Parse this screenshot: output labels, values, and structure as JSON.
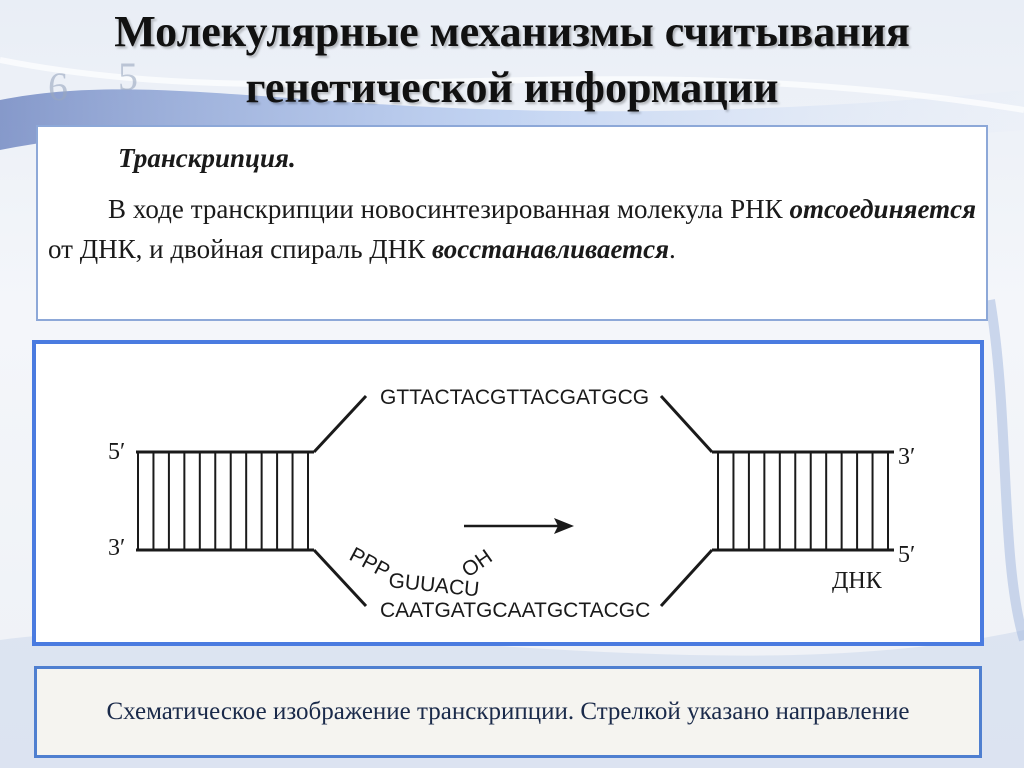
{
  "slide": {
    "title_line1": "Молекулярные механизмы считывания",
    "title_line2": "генетической информации"
  },
  "text_box": {
    "heading": "Транскрипция.",
    "para_part1": "В ходе транскрипции новосинтезированная молекула РНК ",
    "para_bold1": "отсоединяется",
    "para_part2": " от ДНК, и двойная спираль ДНК ",
    "para_bold2": "восстанавливается",
    "para_part3": "."
  },
  "diagram": {
    "top_strand_seq": "GTTACTACGTTACGATGCG",
    "bottom_strand_seq": "CAATGATGCAATGCTACGC",
    "rna_seq": "GUUACU",
    "rna_5prime_label": "PPP",
    "rna_3prime_label": "OH",
    "left_top_label": "5′",
    "left_bottom_label": "3′",
    "right_top_label": "3′",
    "right_bottom_label": "5′",
    "dna_label": "ДНК",
    "arrow_direction": "right",
    "line_color": "#1a1a1a",
    "border_color": "#4a7be0"
  },
  "caption": {
    "text": "Схематическое изображение транскрипции. Стрелкой указано направление"
  },
  "background": {
    "deco_digits": [
      "6",
      "5"
    ]
  }
}
